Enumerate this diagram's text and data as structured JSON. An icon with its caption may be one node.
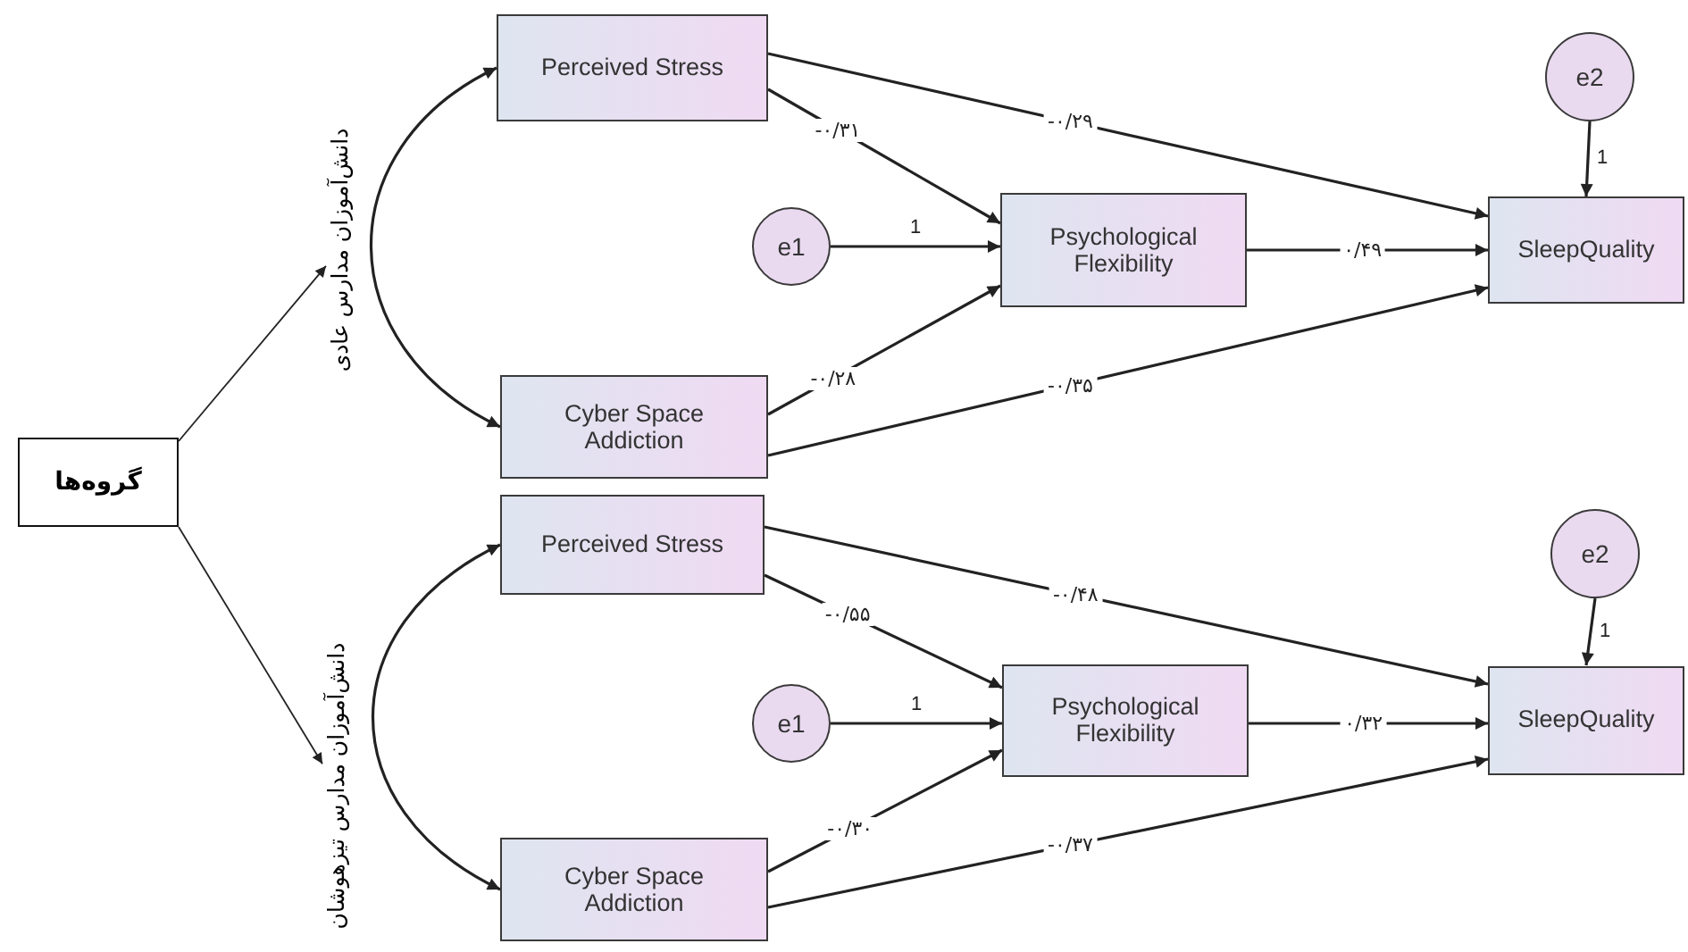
{
  "diagram": {
    "nodes": [
      {
        "text": [
          "گروه‌ها"
        ]
      },
      {
        "text": [
          "دانش‌آموزان مدارس عادی"
        ]
      },
      {
        "text": [
          "Perceived Stress"
        ]
      },
      {
        "text": [
          "Cyber Space Addiction"
        ]
      },
      {
        "text": [
          "e1"
        ]
      },
      {
        "text": [
          "Psychological Flexibility"
        ]
      },
      {
        "text": [
          "e2"
        ]
      },
      {
        "text": [
          "SleepQuality"
        ]
      },
      {
        "text": [
          "دانش‌آموزان مدارس تیزهوشان"
        ]
      },
      {
        "text": [
          "Perceived Stress"
        ]
      },
      {
        "text": [
          "Cyber Space Addiction"
        ]
      },
      {
        "text": [
          "e1"
        ]
      },
      {
        "text": [
          "Psychological Flexibility"
        ]
      },
      {
        "text": [
          "e2"
        ]
      },
      {
        "text": [
          "SleepQuality"
        ]
      }
    ],
    "edges": [
      {
        "from": 0,
        "to": 1,
        "arrow": "to"
      },
      {
        "from": 0,
        "to": 8,
        "arrow": "to"
      },
      {
        "from": 2,
        "to": 3,
        "arrow": "both"
      },
      {
        "from": 2,
        "to": 5,
        "arrow": "to",
        "label": "-۰/۳۱"
      },
      {
        "from": 3,
        "to": 5,
        "arrow": "to",
        "label": "-۰/۲۸"
      },
      {
        "from": 4,
        "to": 5,
        "arrow": "to",
        "label": "1"
      },
      {
        "from": 5,
        "to": 7,
        "arrow": "to",
        "label": "۰/۴۹"
      },
      {
        "from": 2,
        "to": 7,
        "arrow": "to",
        "label": "-۰/۲۹"
      },
      {
        "from": 3,
        "to": 7,
        "arrow": "to",
        "label": "-۰/۳۵"
      },
      {
        "from": 6,
        "to": 7,
        "arrow": "to",
        "label": "1"
      },
      {
        "from": 9,
        "to": 10,
        "arrow": "both"
      },
      {
        "from": 9,
        "to": 12,
        "arrow": "to",
        "label": "-۰/۵۵"
      },
      {
        "from": 10,
        "to": 12,
        "arrow": "to",
        "label": "-۰/۳۰"
      },
      {
        "from": 11,
        "to": 12,
        "arrow": "to",
        "label": "1"
      },
      {
        "from": 12,
        "to": 14,
        "arrow": "to",
        "label": "۰/۳۲"
      },
      {
        "from": 9,
        "to": 14,
        "arrow": "to",
        "label": "-۰/۴۸"
      },
      {
        "from": 10,
        "to": 14,
        "arrow": "to",
        "label": "-۰/۳۷"
      },
      {
        "from": 13,
        "to": 14,
        "arrow": "to",
        "label": "1"
      }
    ]
  }
}
